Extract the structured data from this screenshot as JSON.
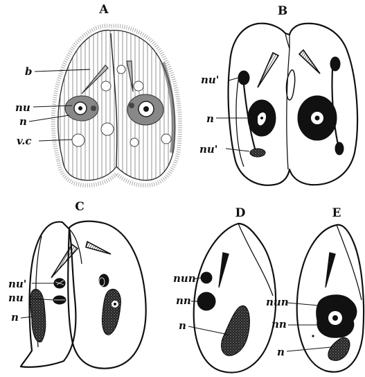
{
  "panels": [
    {
      "id": "A",
      "title": "A",
      "labels": [
        "b",
        "nu",
        "n",
        "v.c"
      ]
    },
    {
      "id": "B",
      "title": "B",
      "labels": [
        "nu'",
        "n",
        "nu'"
      ]
    },
    {
      "id": "C",
      "title": "C",
      "labels": [
        "nu'",
        "nu",
        "n"
      ]
    },
    {
      "id": "D",
      "title": "D",
      "labels": [
        "nun",
        "nn",
        "n"
      ]
    },
    {
      "id": "E",
      "title": "E",
      "labels": [
        "nun",
        "nn",
        "n"
      ]
    }
  ],
  "colors": {
    "ink": "#111111",
    "shade": "#888888",
    "paper": "#ffffff"
  }
}
